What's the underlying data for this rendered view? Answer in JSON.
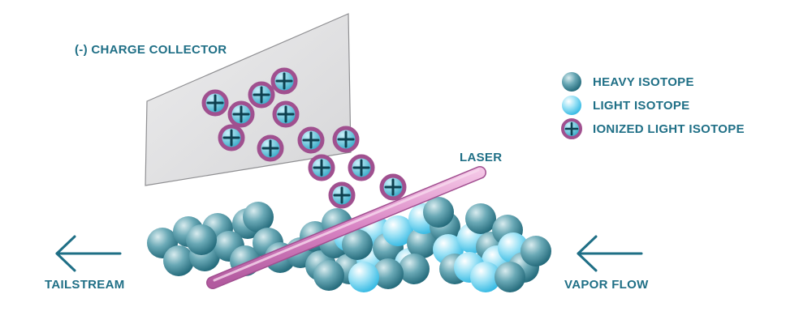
{
  "labels": {
    "collector": "(-) CHARGE COLLECTOR",
    "laser": "LASER",
    "tailstream": "TAILSTREAM",
    "vapor_flow": "VAPOR FLOW"
  },
  "legend": [
    {
      "key": "heavy",
      "label": "HEAVY ISOTOPE"
    },
    {
      "key": "light",
      "label": "LIGHT ISOTOPE"
    },
    {
      "key": "ion",
      "label": "IONIZED LIGHT ISOTOPE"
    }
  ],
  "colors": {
    "text": "#1f6f86",
    "heavy_isotope": "#2f7d8f",
    "light_isotope": "#4fc8ec",
    "ion_ring": "#a0508f",
    "ion_core": "#2aa3c2",
    "laser": "#cf79bb",
    "collector_plate": "#e3e3e4",
    "arrow": "#1f6f86"
  },
  "icons": {
    "left_arrow": "arrow-left-icon",
    "right_arrow": "arrow-left-icon"
  }
}
